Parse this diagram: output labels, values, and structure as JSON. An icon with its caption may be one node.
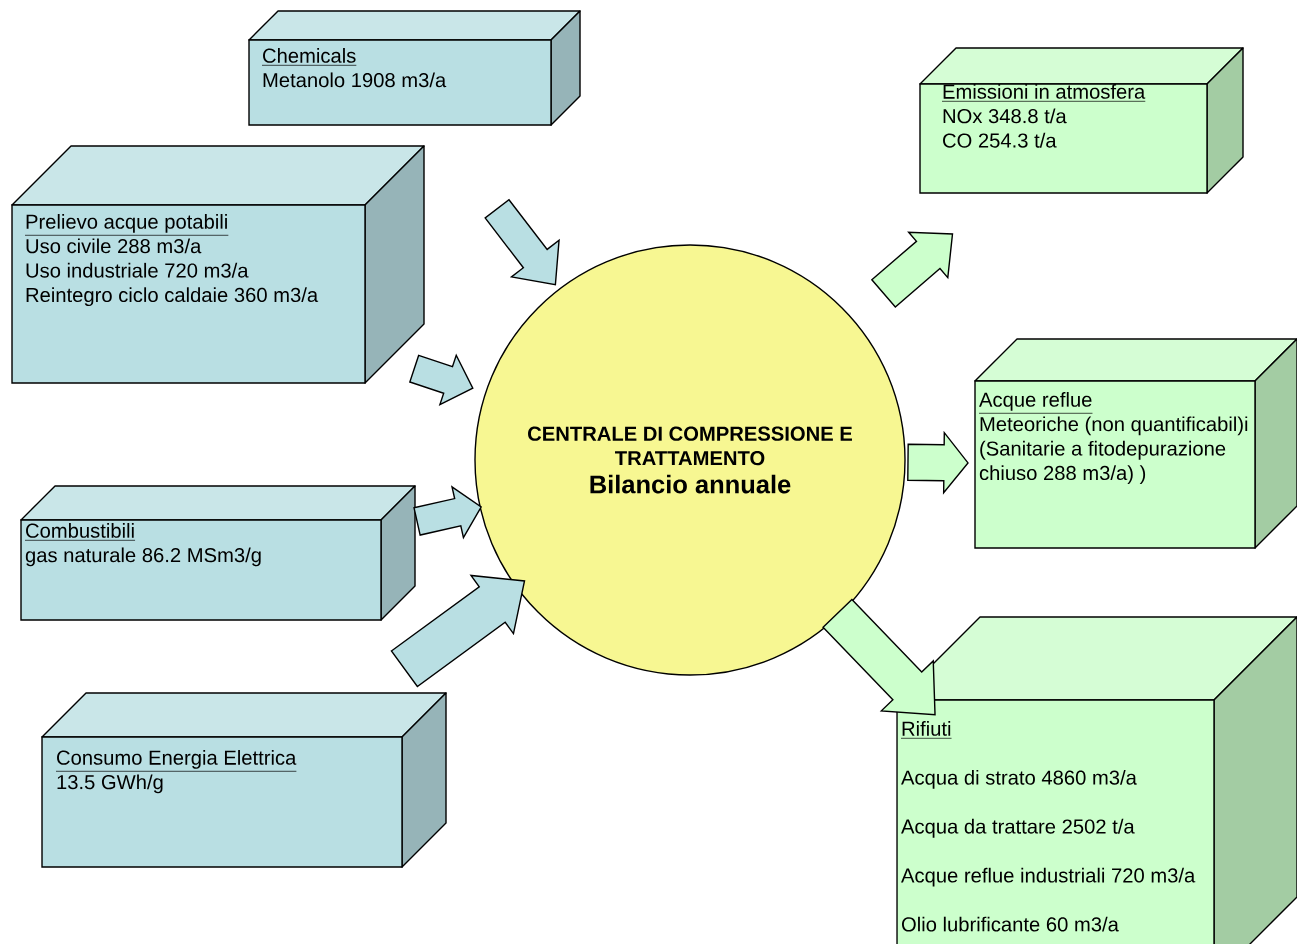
{
  "diagram": {
    "nodes": [
      {
        "text": [
          "Chemicals",
          "Metanolo 1908 m3/a"
        ]
      },
      {
        "text": [
          "Prelievo acque potabili",
          "Uso civile 288 m3/a",
          "Uso industriale 720 m3/a",
          "Reintegro ciclo caldaie 360 m3/a"
        ]
      },
      {
        "text": [
          "Combustibili",
          "gas naturale 86.2 MSm3/g"
        ]
      },
      {
        "text": [
          "Consumo Energia Elettrica",
          "13.5 GWh/g"
        ]
      },
      {
        "text": [
          "CENTRALE DI COMPRESSIONE E TRATTAMENTO",
          "Bilancio annuale"
        ]
      },
      {
        "text": [
          "Emissioni in atmosfera",
          "NOx 348.8 t/a",
          "CO 254.3 t/a"
        ]
      },
      {
        "text": [
          "Acque reflue",
          "Meteoriche (non quantificabil)i (Sanitarie a fitodepurazione chiuso 288 m3/a) )"
        ]
      },
      {
        "text": [
          "Rifiuti",
          "Acqua di strato 4860 m3/a",
          "Acqua da trattare 2502 t/a",
          "Acque reflue industriali 720 m3/a",
          "Olio lubrificante 60 m3/a"
        ]
      }
    ],
    "edges": [
      {
        "from": 0,
        "to": 4,
        "arrow": "to"
      },
      {
        "from": 1,
        "to": 4,
        "arrow": "to"
      },
      {
        "from": 2,
        "to": 4,
        "arrow": "to"
      },
      {
        "from": 3,
        "to": 4,
        "arrow": "to"
      },
      {
        "from": 4,
        "to": 5,
        "arrow": "to",
        "color": "#ccffcc"
      },
      {
        "from": 4,
        "to": 6,
        "arrow": "to",
        "color": "#ccffcc"
      },
      {
        "from": 4,
        "to": 7,
        "arrow": "to",
        "color": "#ccffcc"
      }
    ]
  }
}
